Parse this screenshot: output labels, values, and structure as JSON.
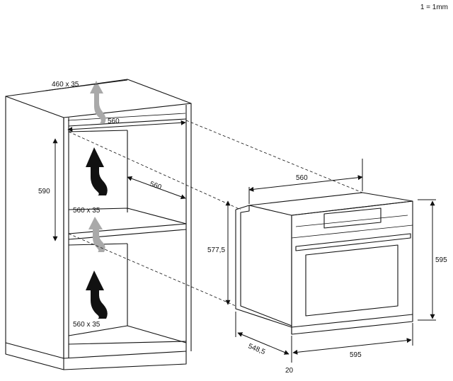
{
  "scale_note": "1 = 1mm",
  "cabinet": {
    "top_vent": "460 x 35",
    "inner_width": "560",
    "niche_height": "590",
    "niche_depth": "560",
    "middle_vent": "560 x 35",
    "bottom_vent": "560 x 35"
  },
  "oven": {
    "width_top": "560",
    "body_height": "577,5",
    "front_height": "595",
    "depth": "548,5",
    "front_width": "595",
    "front_thickness": "20"
  },
  "colors": {
    "line": "#111111",
    "airflow_hot": "#111111",
    "airflow_outlet": "#a9a9a9"
  },
  "icons": {
    "airflow": "curved-arrow-up"
  }
}
